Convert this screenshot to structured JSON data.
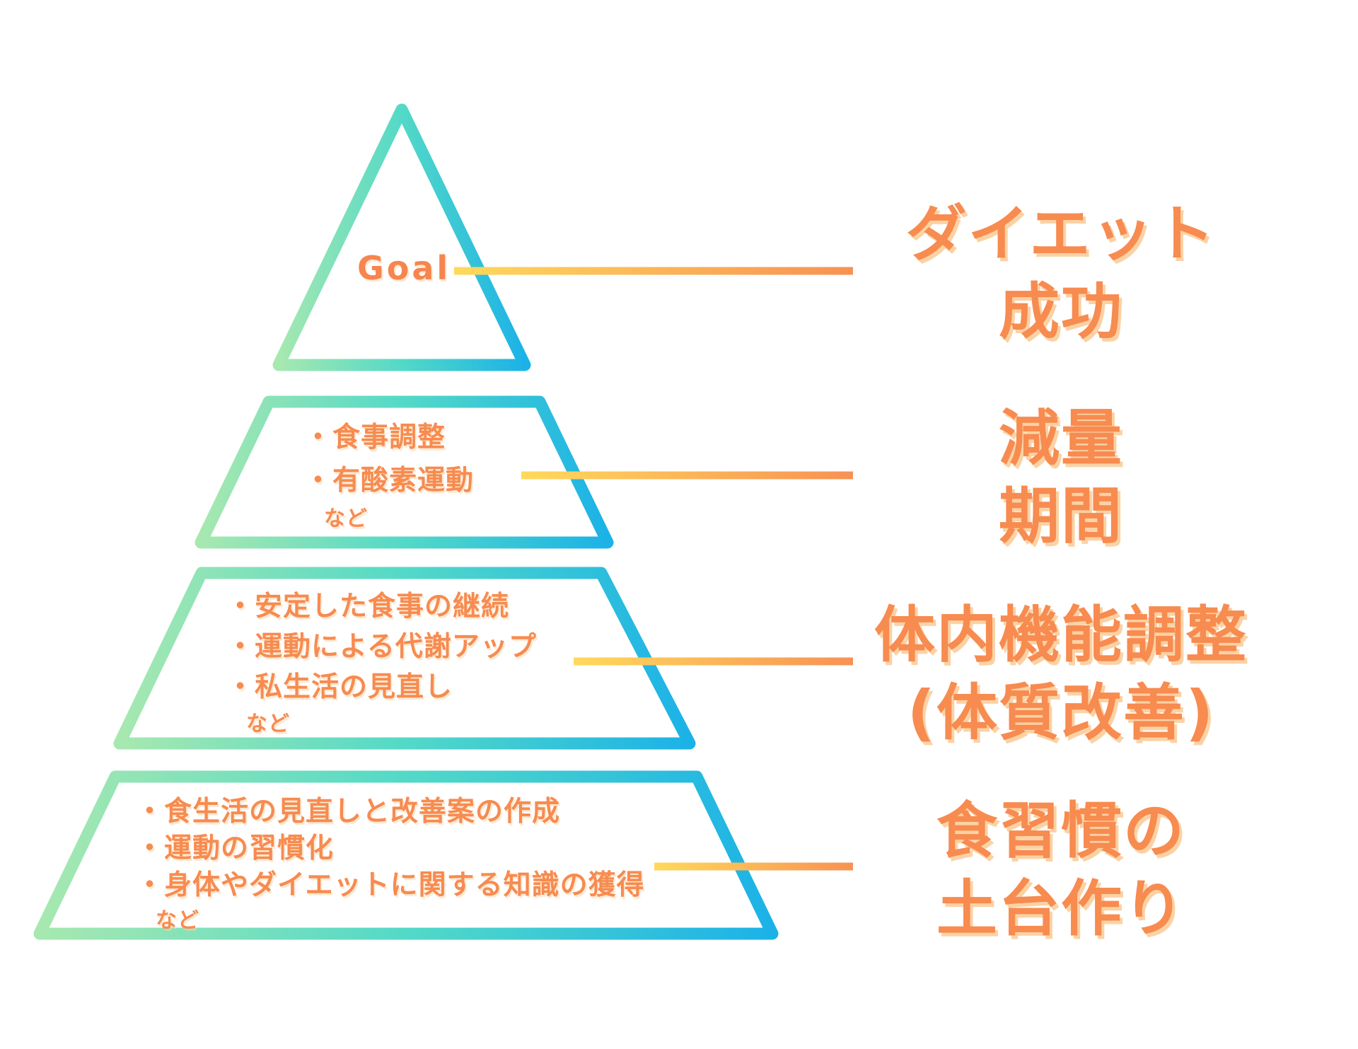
{
  "pyramid": {
    "levels": [
      {
        "name": "goal",
        "label": "Goal",
        "items": [],
        "note": ""
      },
      {
        "name": "level-2",
        "items": [
          "・食事調整",
          "・有酸素運動"
        ],
        "note": "など"
      },
      {
        "name": "level-3",
        "items": [
          "・安定した食事の継続",
          "・運動による代謝アップ",
          "・私生活の見直し"
        ],
        "note": "など"
      },
      {
        "name": "level-4",
        "items": [
          "・食生活の見直しと改善案の作成",
          "・運動の習慣化",
          "・身体やダイエットに関する知識の獲得"
        ],
        "note": "など"
      }
    ],
    "right_labels": [
      {
        "lines": [
          "ダイエット",
          "成功"
        ]
      },
      {
        "lines": [
          "減量",
          "期間"
        ]
      },
      {
        "lines": [
          "体内機能調整",
          "(体質改善)"
        ]
      },
      {
        "lines": [
          "食習慣の",
          "土台作り"
        ]
      }
    ],
    "colors": {
      "outline_gradient_left_green": "#A7E8B0",
      "outline_gradient_mid_teal": "#53D9C7",
      "outline_gradient_right_cyan": "#1CB2E7",
      "connector_gradient_left_yellow": "#FFD95C",
      "connector_gradient_right_orange": "#F79254",
      "text_orange": "#F78B50",
      "label_shadow_peach": "#FBD2A4",
      "background": "#FFFFFF"
    }
  }
}
